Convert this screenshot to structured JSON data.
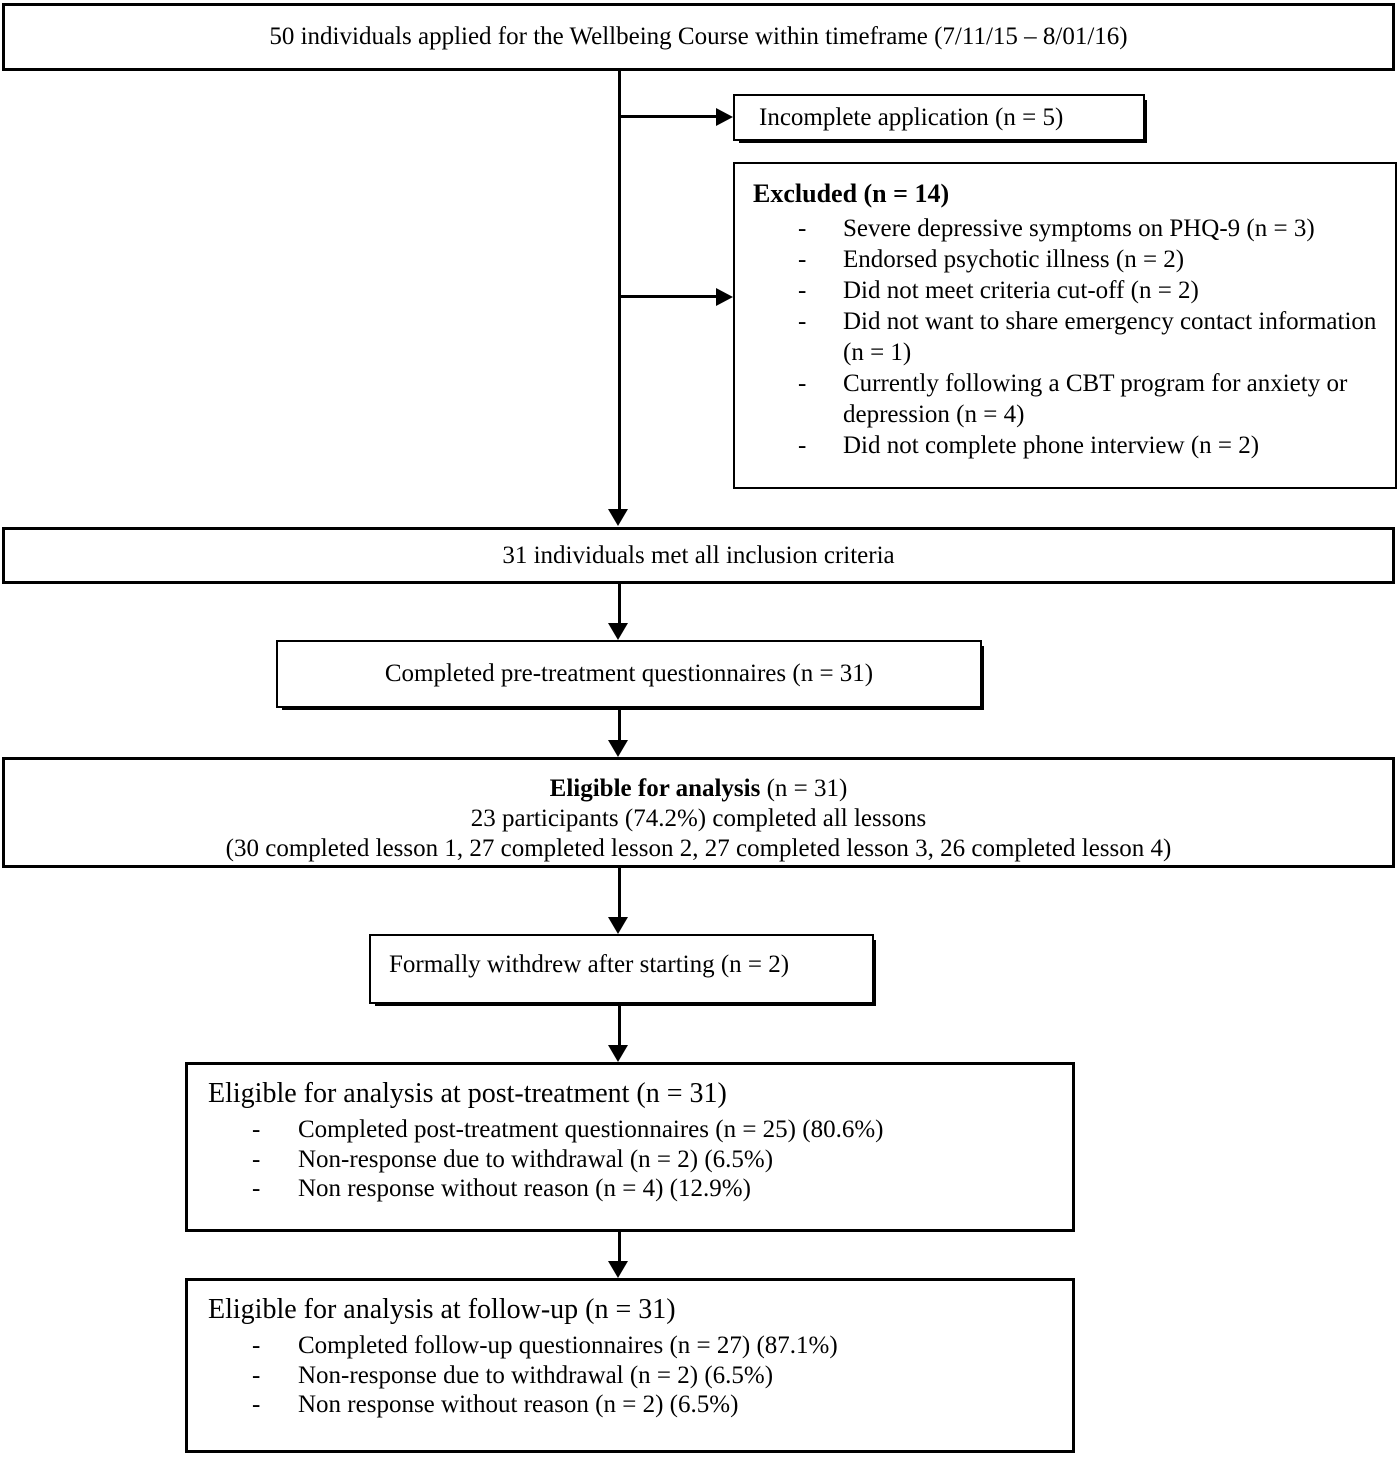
{
  "diagram": {
    "dash": "-",
    "colors": {
      "border": "#000000",
      "text": "#000000",
      "background": "#ffffff"
    },
    "boxes": {
      "applied": {
        "text": "50 individuals applied for the Wellbeing Course within timeframe (7/11/15 – 8/01/16)"
      },
      "incomplete": {
        "text": "Incomplete application (n = 5)"
      },
      "excluded": {
        "heading": "Excluded (n = 14)",
        "items": [
          "Severe depressive symptoms on PHQ-9 (n = 3)",
          "Endorsed psychotic illness (n = 2)",
          "Did not meet criteria cut-off (n = 2)",
          "Did not want to share emergency contact information (n = 1)",
          "Currently following a CBT program for anxiety or depression (n = 4)",
          "Did not complete phone interview (n = 2)"
        ]
      },
      "inclusion": {
        "text": "31 individuals met all inclusion criteria"
      },
      "pretreatment": {
        "text": "Completed pre-treatment questionnaires (n = 31)"
      },
      "eligible": {
        "title_bold": "Eligible for analysis",
        "title_rest": " (n = 31)",
        "line2": "23 participants (74.2%) completed all lessons",
        "line3": "(30 completed lesson 1, 27 completed lesson 2, 27 completed lesson 3, 26 completed lesson 4)"
      },
      "withdrew": {
        "text": "Formally withdrew after starting (n = 2)"
      },
      "posttreatment": {
        "title": "Eligible for analysis at post-treatment (n = 31)",
        "items": [
          "Completed post-treatment questionnaires (n = 25) (80.6%)",
          "Non-response due to withdrawal (n = 2) (6.5%)",
          "Non response without reason (n = 4) (12.9%)"
        ]
      },
      "followup": {
        "title": "Eligible for analysis at follow-up (n = 31)",
        "items": [
          "Completed follow-up questionnaires (n = 27) (87.1%)",
          "Non-response due to withdrawal (n = 2) (6.5%)",
          "Non response without reason (n = 2) (6.5%)"
        ]
      }
    }
  }
}
